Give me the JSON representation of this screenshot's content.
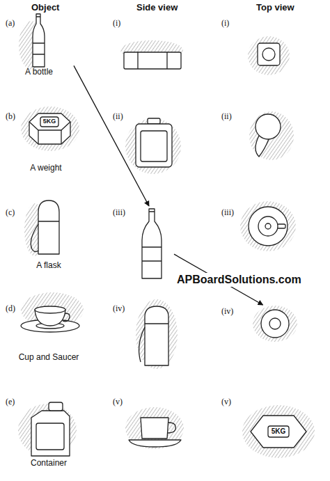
{
  "diagram": {
    "nodes": [
      {
        "text": [
          "(a)",
          "A bottle"
        ]
      },
      {
        "text": [
          "(i)"
        ]
      },
      {
        "text": [
          "(i)"
        ]
      },
      {
        "text": [
          "(b)",
          "A weight"
        ]
      },
      {
        "text": [
          "(ii)"
        ]
      },
      {
        "text": [
          "(ii)"
        ]
      },
      {
        "text": [
          "(c)",
          "A flask"
        ]
      },
      {
        "text": [
          "(iii)"
        ]
      },
      {
        "text": [
          "(iii)"
        ]
      },
      {
        "text": [
          "(d)",
          "Cup and Saucer"
        ]
      },
      {
        "text": [
          "(iv)"
        ]
      },
      {
        "text": [
          "(iv)"
        ]
      },
      {
        "text": [
          "(e)",
          "Container"
        ]
      },
      {
        "text": [
          "(v)"
        ]
      },
      {
        "text": [
          "(v)"
        ]
      }
    ],
    "edges": [
      {
        "from": 0,
        "to": 7,
        "arrow": "to"
      },
      {
        "from": 7,
        "to": 11,
        "arrow": "to"
      }
    ],
    "labels": [
      "Object",
      "Side view",
      "Top view",
      "5KG",
      "5KG",
      "APBoardSolutions.com"
    ]
  }
}
